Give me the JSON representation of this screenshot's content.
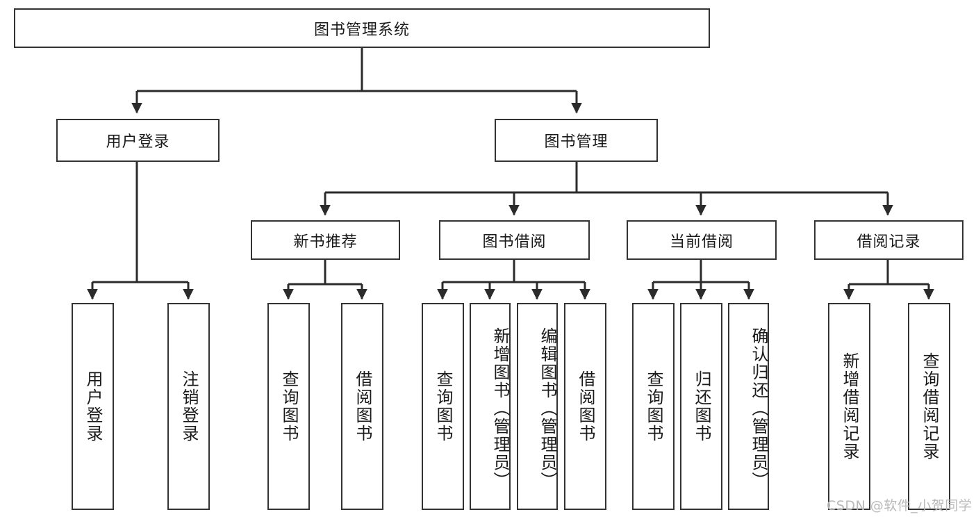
{
  "diagram": {
    "type": "hierarchy-tree",
    "title": "图书管理系统",
    "root": {
      "label": "图书管理系统"
    },
    "level2": [
      {
        "label": "用户登录"
      },
      {
        "label": "图书管理"
      }
    ],
    "level3": [
      {
        "label": "新书推荐"
      },
      {
        "label": "图书借阅"
      },
      {
        "label": "当前借阅"
      },
      {
        "label": "借阅记录"
      }
    ],
    "leaves": {
      "user_login": [
        {
          "label": "用户登录"
        },
        {
          "label": "注销登录"
        }
      ],
      "new_book_recommend": [
        {
          "label": "查询图书"
        },
        {
          "label": "借阅图书"
        }
      ],
      "book_borrow": [
        {
          "label": "查询图书"
        },
        {
          "label": "新增图书（管理员）"
        },
        {
          "label": "编辑图书（管理员）"
        },
        {
          "label": "借阅图书"
        }
      ],
      "current_borrow": [
        {
          "label": "查询图书"
        },
        {
          "label": "归还图书"
        },
        {
          "label": "确认归还（管理员）"
        }
      ],
      "borrow_record": [
        {
          "label": "新增借阅记录"
        },
        {
          "label": "查询借阅记录"
        }
      ]
    }
  },
  "watermark": {
    "text": "CSDN @软件_小贺同学"
  },
  "colors": {
    "stroke": "#333333",
    "background": "#ffffff",
    "text": "#1a1a1a",
    "watermark": "#b9b9b9"
  }
}
